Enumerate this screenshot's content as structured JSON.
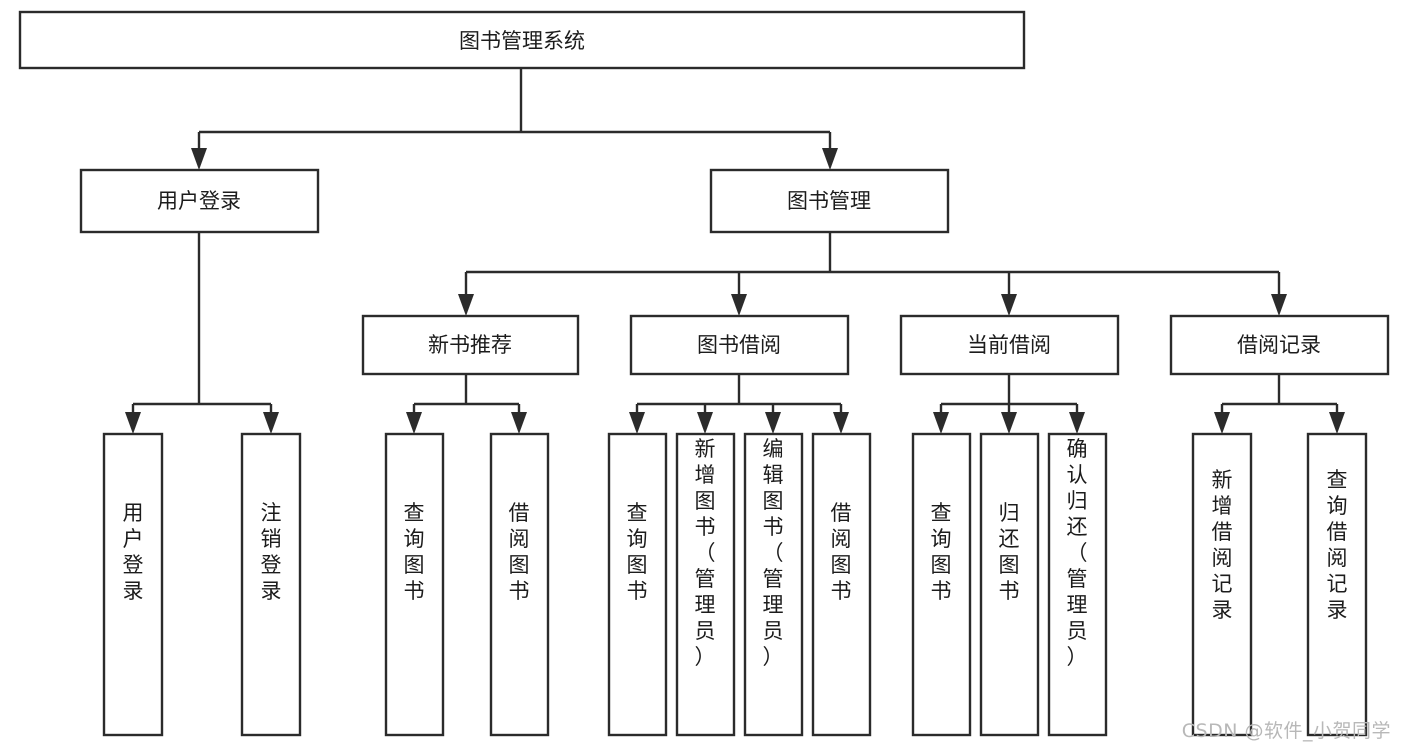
{
  "diagram": {
    "type": "tree",
    "title": "图书管理系统",
    "watermark": "CSDN @软件_小贺同学",
    "colors": {
      "box_stroke": "#2b2b2b",
      "box_fill": "#ffffff",
      "text": "#1c1c1c",
      "background": "#ffffff",
      "watermark": "#b8b8b8"
    },
    "levels": {
      "root": {
        "label": "图书管理系统"
      },
      "level2": [
        {
          "id": "user-login",
          "label": "用户登录"
        },
        {
          "id": "book-manage",
          "label": "图书管理"
        }
      ],
      "level3": [
        {
          "id": "new-book-recommend",
          "label": "新书推荐",
          "parent": "book-manage"
        },
        {
          "id": "book-borrow",
          "label": "图书借阅",
          "parent": "book-manage"
        },
        {
          "id": "current-borrow",
          "label": "当前借阅",
          "parent": "book-manage"
        },
        {
          "id": "borrow-record",
          "label": "借阅记录",
          "parent": "book-manage"
        }
      ],
      "leaves": [
        {
          "id": "leaf-user-login",
          "label": "用户登录",
          "parent": "user-login"
        },
        {
          "id": "leaf-user-logout",
          "label": "注销登录",
          "parent": "user-login"
        },
        {
          "id": "leaf-query-book-1",
          "label": "查询图书",
          "parent": "new-book-recommend"
        },
        {
          "id": "leaf-borrow-book-1",
          "label": "借阅图书",
          "parent": "new-book-recommend"
        },
        {
          "id": "leaf-query-book-2",
          "label": "查询图书",
          "parent": "book-borrow"
        },
        {
          "id": "leaf-add-book",
          "label": "新增图书（管理员）",
          "parent": "book-borrow"
        },
        {
          "id": "leaf-edit-book",
          "label": "编辑图书（管理员）",
          "parent": "book-borrow"
        },
        {
          "id": "leaf-borrow-book-2",
          "label": "借阅图书",
          "parent": "book-borrow"
        },
        {
          "id": "leaf-query-book-3",
          "label": "查询图书",
          "parent": "current-borrow"
        },
        {
          "id": "leaf-return-book",
          "label": "归还图书",
          "parent": "current-borrow"
        },
        {
          "id": "leaf-confirm-return",
          "label": "确认归还（管理员）",
          "parent": "current-borrow"
        },
        {
          "id": "leaf-add-record",
          "label": "新增借阅记录",
          "parent": "borrow-record"
        },
        {
          "id": "leaf-query-record",
          "label": "查询借阅记录",
          "parent": "borrow-record"
        }
      ]
    }
  }
}
